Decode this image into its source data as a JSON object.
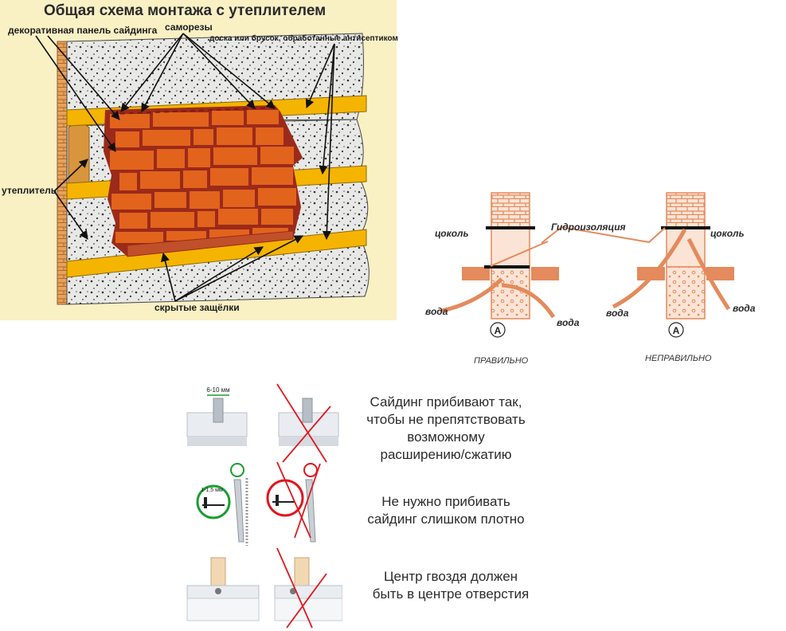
{
  "top": {
    "title": "Общая схема монтажа с утеплителем",
    "labels": {
      "panel": "декоративная панель сайдинга",
      "screws": "саморезы",
      "board": "доска или брусок, обработанные антисептиком",
      "insulation": "утеплитель",
      "latches": "скрытые защёлки"
    }
  },
  "foundation": {
    "waterproofing": "Гидроизоляция",
    "left": {
      "plinth": "цоколь",
      "water_left": "вода",
      "water_right": "вода",
      "marker": "A",
      "verdict": "ПРАВИЛЬНО"
    },
    "right": {
      "plinth": "цоколь",
      "water_left": "вода",
      "water_right": "вода",
      "marker": "A",
      "verdict": "НЕПРАВИЛЬНО"
    }
  },
  "rules": {
    "gap_label": "6-10 мм",
    "spacing_label": "1-1,5 мм",
    "text1": [
      "Сайдинг прибивают так,",
      "чтобы не препятствовать",
      "возможному",
      "расширению/сжатию"
    ],
    "text2": [
      "Не нужно прибивать",
      "сайдинг слишком плотно"
    ],
    "text3": [
      "Центр гвоздя должен",
      "быть в центре отверстия"
    ]
  },
  "colors": {
    "top_background": "#f9f0c4",
    "brick": "#e2631c",
    "brick_mortar": "#9b2a1a",
    "board": "#f5b400",
    "foundation": "#e48a5c",
    "correct": "#1a9d2e",
    "wrong": "#e0171f"
  }
}
